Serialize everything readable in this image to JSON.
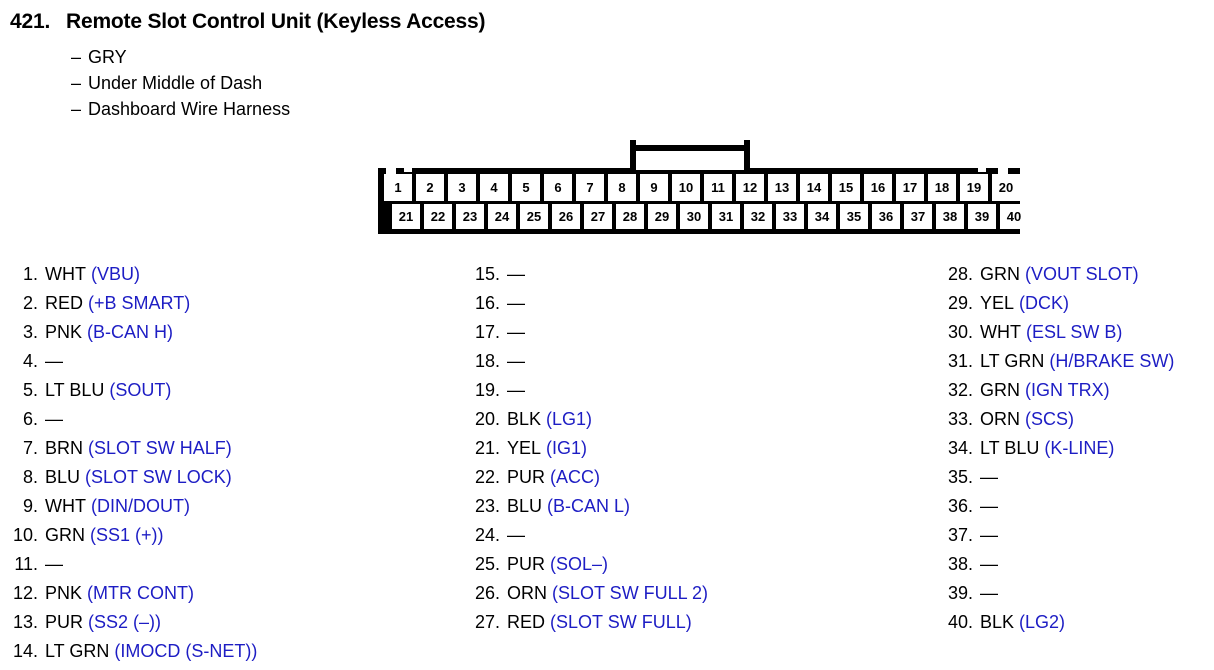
{
  "heading": {
    "number": "421.",
    "title": "Remote Slot Control Unit (Keyless Access)"
  },
  "notes": [
    {
      "dash": "–",
      "text": "GRY"
    },
    {
      "dash": "–",
      "text": "Under Middle of Dash"
    },
    {
      "dash": "–",
      "text": "Dashboard Wire Harness"
    }
  ],
  "connector": {
    "top_row": [
      "1",
      "2",
      "3",
      "4",
      "5",
      "6",
      "7",
      "8",
      "9",
      "10",
      "11",
      "12",
      "13",
      "14",
      "15",
      "16",
      "17",
      "18",
      "19",
      "20"
    ],
    "bottom_row": [
      "21",
      "22",
      "23",
      "24",
      "25",
      "26",
      "27",
      "28",
      "29",
      "30",
      "31",
      "32",
      "33",
      "34",
      "35",
      "36",
      "37",
      "38",
      "39",
      "40"
    ],
    "body_color": "#000000",
    "pin_color": "#ffffff"
  },
  "colors": {
    "function_text": "#1d1dc4",
    "wire_text": "#000000",
    "background": "#ffffff"
  },
  "pins": {
    "column1": [
      {
        "num": "1.",
        "color": "WHT",
        "func": "(VBU)"
      },
      {
        "num": "2.",
        "color": "RED",
        "func": "(+B SMART)"
      },
      {
        "num": "3.",
        "color": "PNK",
        "func": "(B-CAN H)"
      },
      {
        "num": "4.",
        "color": "—",
        "func": ""
      },
      {
        "num": "5.",
        "color": "LT BLU",
        "func": "(SOUT)"
      },
      {
        "num": "6.",
        "color": "—",
        "func": ""
      },
      {
        "num": "7.",
        "color": "BRN",
        "func": "(SLOT SW HALF)"
      },
      {
        "num": "8.",
        "color": "BLU",
        "func": "(SLOT SW LOCK)"
      },
      {
        "num": "9.",
        "color": "WHT",
        "func": "(DIN/DOUT)"
      },
      {
        "num": "10.",
        "color": "GRN",
        "func": "(SS1 (+))"
      },
      {
        "num": "11.",
        "color": "—",
        "func": ""
      },
      {
        "num": "12.",
        "color": "PNK",
        "func": "(MTR CONT)"
      },
      {
        "num": "13.",
        "color": "PUR",
        "func": "(SS2 (–))"
      },
      {
        "num": "14.",
        "color": "LT GRN",
        "func": "(IMOCD (S-NET))"
      }
    ],
    "column2": [
      {
        "num": "15.",
        "color": "—",
        "func": ""
      },
      {
        "num": "16.",
        "color": "—",
        "func": ""
      },
      {
        "num": "17.",
        "color": "—",
        "func": ""
      },
      {
        "num": "18.",
        "color": "—",
        "func": ""
      },
      {
        "num": "19.",
        "color": "—",
        "func": ""
      },
      {
        "num": "20.",
        "color": "BLK",
        "func": "(LG1)"
      },
      {
        "num": "21.",
        "color": "YEL",
        "func": "(IG1)"
      },
      {
        "num": "22.",
        "color": "PUR",
        "func": "(ACC)"
      },
      {
        "num": "23.",
        "color": "BLU",
        "func": "(B-CAN L)"
      },
      {
        "num": "24.",
        "color": "—",
        "func": ""
      },
      {
        "num": "25.",
        "color": "PUR",
        "func": "(SOL–)"
      },
      {
        "num": "26.",
        "color": "ORN",
        "func": "(SLOT SW FULL 2)"
      },
      {
        "num": "27.",
        "color": "RED",
        "func": "(SLOT SW FULL)"
      }
    ],
    "column3": [
      {
        "num": "28.",
        "color": "GRN",
        "func": "(VOUT SLOT)"
      },
      {
        "num": "29.",
        "color": "YEL",
        "func": "(DCK)"
      },
      {
        "num": "30.",
        "color": "WHT",
        "func": "(ESL SW B)"
      },
      {
        "num": "31.",
        "color": "LT GRN",
        "func": "(H/BRAKE SW)"
      },
      {
        "num": "32.",
        "color": "GRN",
        "func": "(IGN TRX)"
      },
      {
        "num": "33.",
        "color": "ORN",
        "func": "(SCS)"
      },
      {
        "num": "34.",
        "color": "LT BLU",
        "func": "(K-LINE)"
      },
      {
        "num": "35.",
        "color": "—",
        "func": ""
      },
      {
        "num": "36.",
        "color": "—",
        "func": ""
      },
      {
        "num": "37.",
        "color": "—",
        "func": ""
      },
      {
        "num": "38.",
        "color": "—",
        "func": ""
      },
      {
        "num": "39.",
        "color": "—",
        "func": ""
      },
      {
        "num": "40.",
        "color": "BLK",
        "func": "(LG2)"
      }
    ]
  }
}
